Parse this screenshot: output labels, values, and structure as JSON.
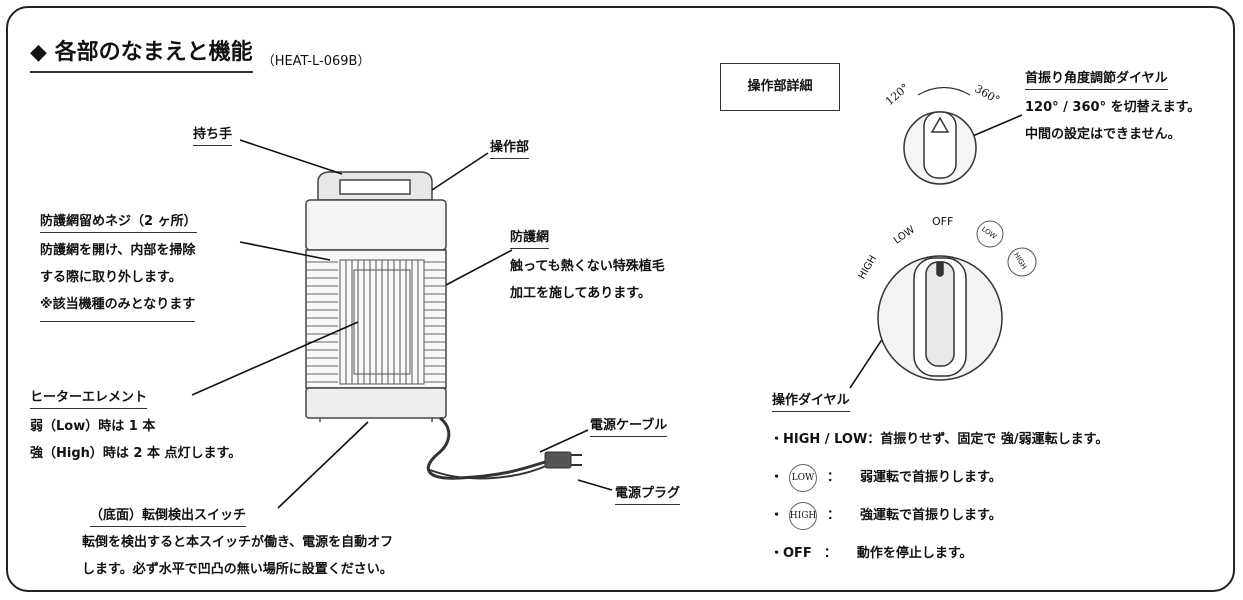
{
  "title": "◆ 各部のなまえと機能",
  "model": "（HEAT-L-069B）",
  "operation_detail_label": "操作部詳細",
  "parts": {
    "handle": "持ち手",
    "control_panel": "操作部",
    "guard_screw": {
      "label": "防護網留めネジ（2 ヶ所）",
      "lines": [
        "防護網を開け、内部を掃除",
        "する際に取り外します。",
        "※該当機種のみとなります"
      ]
    },
    "guard": {
      "label": "防護網",
      "lines": [
        "触っても熱くない特殊植毛",
        "加工を施してあります。"
      ]
    },
    "heater": {
      "label": "ヒーターエレメント",
      "lines": [
        "弱（Low）時は 1 本",
        "強（High）時は 2 本 点灯します。"
      ]
    },
    "cable": "電源ケーブル",
    "plug": "電源プラグ",
    "tip_switch": {
      "label": "（底面）転倒検出スイッチ",
      "lines": [
        "転倒を検出すると本スイッチが働き、電源を自動オフ",
        "します。必ず水平で凹凸の無い場所に設置ください。"
      ]
    }
  },
  "swing_dial": {
    "label": "首振り角度調節ダイヤル",
    "lines": [
      "120° / 360° を切替えます。",
      "中間の設定はできません。"
    ],
    "mark_120": "120°",
    "mark_360": "360°"
  },
  "op_dial": {
    "label": "操作ダイヤル",
    "positions": {
      "high": "HIGH",
      "low": "LOW",
      "off": "OFF",
      "low_circ": "LOW",
      "high_circ": "HIGH"
    },
    "rows": [
      {
        "text": "・HIGH / LOW：首振りせず、固定で 強/弱運転します。"
      },
      {
        "bullet": "・",
        "icon": "LOW",
        "sep": "：",
        "text": "弱運転で首振りします。"
      },
      {
        "bullet": "・",
        "icon": "HIGH",
        "sep": "：",
        "text": "強運転で首振りします。"
      },
      {
        "bullet": "・OFF",
        "sep": "：",
        "text": "動作を停止します。"
      }
    ]
  }
}
